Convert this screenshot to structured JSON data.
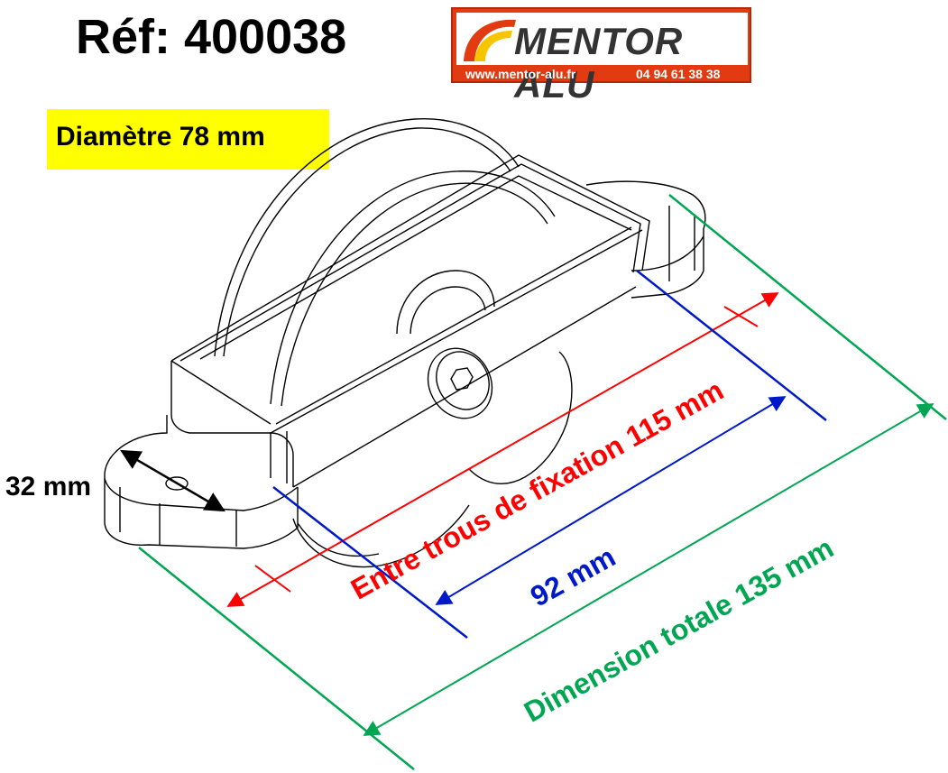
{
  "reference": "Réf: 400038",
  "logo": {
    "name": "MENTOR ALU",
    "url": "www.mentor-alu.fr",
    "phone": "04 94 61 38 38",
    "colors": {
      "background": "#e23b12",
      "swoosh_red": "#e23b12",
      "swoosh_yellow": "#f7c400"
    }
  },
  "diameter_label": "Diamètre 78 mm",
  "width_label": "32 mm",
  "dimensions": {
    "fixation": {
      "label": "Entre trous  de fixation  115 mm",
      "color": "#ff0000"
    },
    "inner": {
      "label": "92 mm",
      "color": "#0019c8"
    },
    "total": {
      "label": "Dimension totale 135 mm",
      "color": "#00a651"
    }
  },
  "colors": {
    "highlight": "#ffff00",
    "drawing_line": "#000000"
  }
}
